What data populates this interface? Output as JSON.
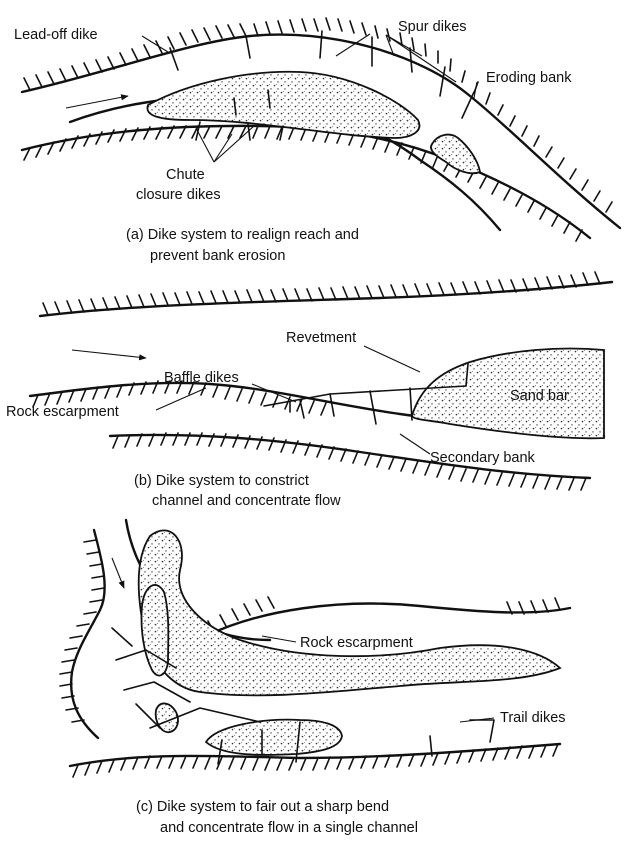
{
  "panel_a": {
    "labels": {
      "lead_off_dike": "Lead-off dike",
      "spur_dikes": "Spur dikes",
      "eroding_bank": "Eroding bank",
      "chute_1": "Chute",
      "chute_2": "closure dikes"
    },
    "caption_line1": "(a) Dike system to realign reach and",
    "caption_line2": "prevent bank erosion"
  },
  "panel_b": {
    "labels": {
      "revetment": "Revetment",
      "baffle_dikes": "Baffle dikes",
      "sand_bar": "Sand bar",
      "rock_escarpment": "Rock escarpment",
      "secondary_bank": "Secondary bank"
    },
    "caption_line1": "(b) Dike system to constrict",
    "caption_line2": "channel and concentrate flow"
  },
  "panel_c": {
    "labels": {
      "rock_escarpment": "Rock escarpment",
      "trail_dikes": "Trail dikes"
    },
    "caption_line1": "(c) Dike system to fair out a sharp bend",
    "caption_line2": "and concentrate flow in a single channel"
  }
}
